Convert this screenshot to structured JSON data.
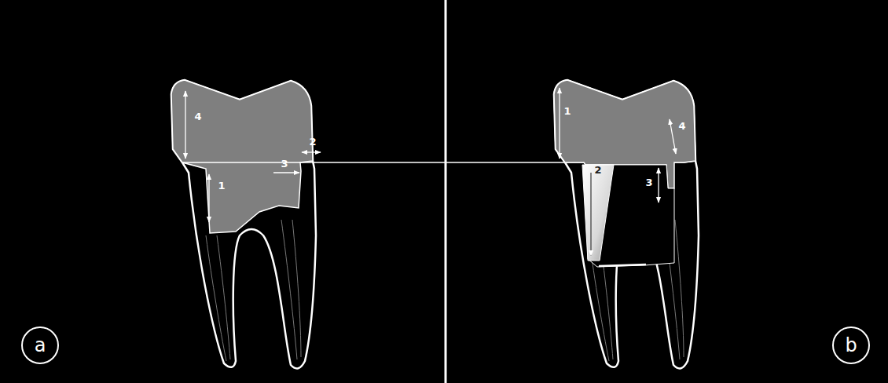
{
  "diagram": {
    "nodes": [
      {
        "text": [
          "a"
        ]
      },
      {
        "text": [
          "b"
        ]
      }
    ],
    "labels": [
      "4",
      "2",
      "3",
      "1",
      "1",
      "4",
      "3",
      "2"
    ]
  }
}
